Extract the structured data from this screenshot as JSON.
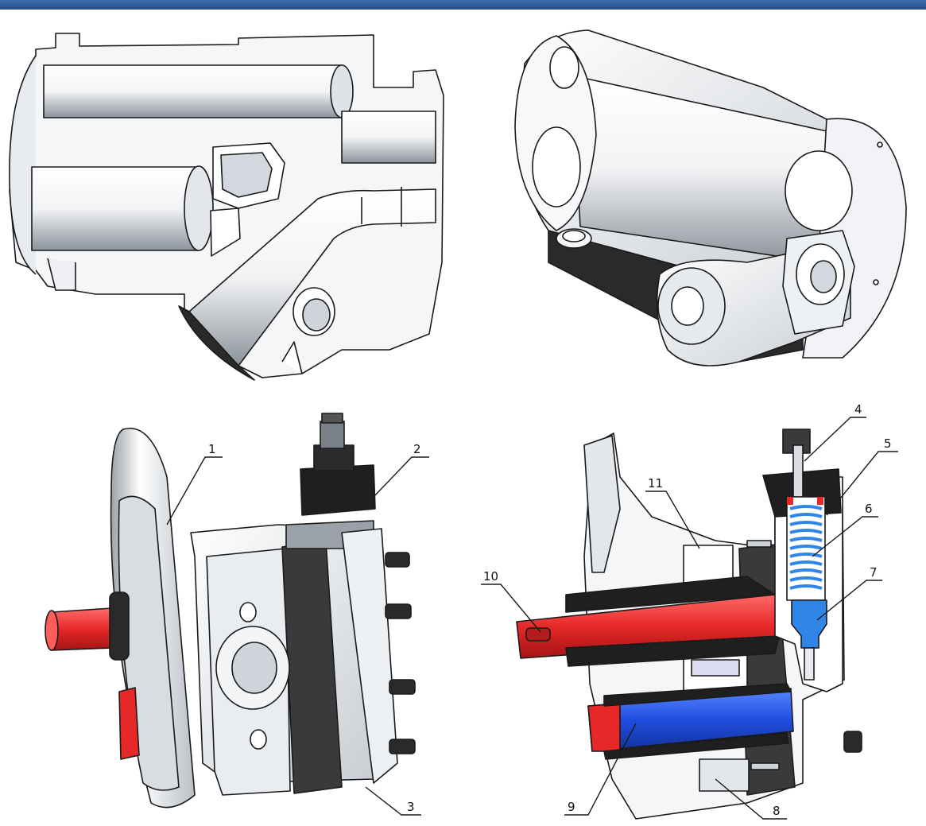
{
  "colors": {
    "header_bar": "#3f6fb0",
    "header_bar_dark": "#244d87",
    "housing_light": "#f4f6f8",
    "housing_mid": "#c6ccd3",
    "housing_dark": "#2a2a2a",
    "shaft_red": "#e62828",
    "shaft_blue": "#1f4fe0",
    "spring_blue": "#2f86e6",
    "line": "#1a1a1a"
  },
  "callouts": {
    "c1": "1",
    "c2": "2",
    "c3": "3",
    "c4": "4",
    "c5": "5",
    "c6": "6",
    "c7": "7",
    "c8": "8",
    "c9": "9",
    "c10": "10",
    "c11": "11"
  }
}
